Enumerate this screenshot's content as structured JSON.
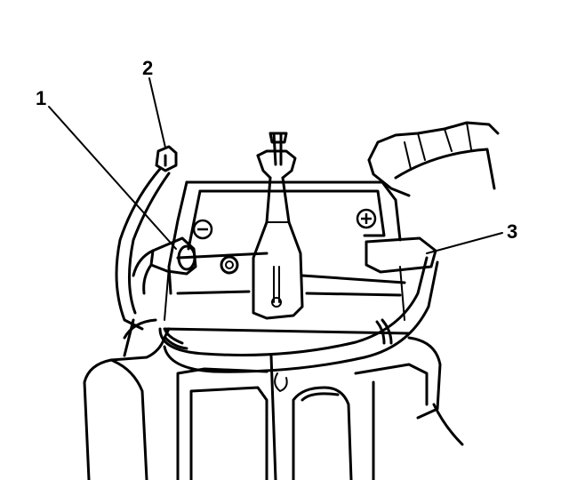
{
  "callouts": [
    {
      "label": "1",
      "meaning": "negative-cable-terminal"
    },
    {
      "label": "2",
      "meaning": "cable-ground-bolt"
    },
    {
      "label": "3",
      "meaning": "positive-terminal-cover"
    }
  ],
  "terminals": {
    "negative_symbol": "−",
    "positive_symbol": "+"
  },
  "colors": {
    "ink": "#000000",
    "paper": "#ffffff"
  },
  "icons": [
    "negative-terminal-icon",
    "positive-terminal-icon"
  ]
}
